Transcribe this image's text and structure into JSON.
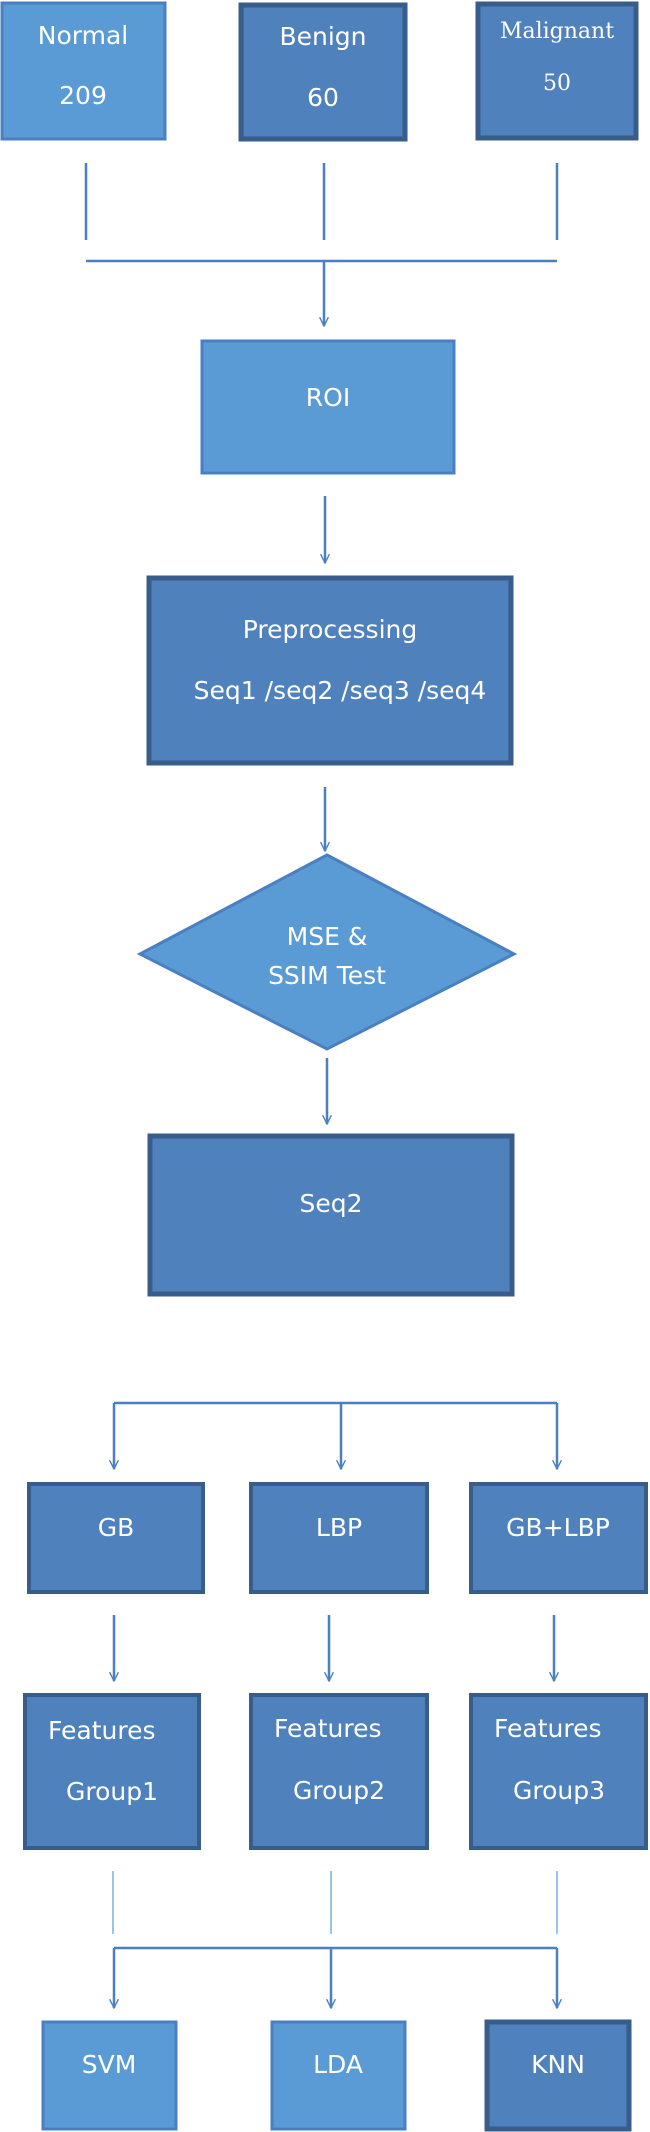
{
  "colors": {
    "light_fill": "#5b9bd5",
    "dark_fill": "#4f81bd",
    "border": "#385d8a",
    "connector": "#4a7fc1",
    "text": "#ffffff"
  },
  "classes": {
    "normal": {
      "label": "Normal",
      "count": "209"
    },
    "benign": {
      "label": "Benign",
      "count": "60"
    },
    "malignant": {
      "label": "Malignant",
      "count": "50"
    }
  },
  "roi": {
    "label": "ROI"
  },
  "preprocessing": {
    "label": "Preprocessing",
    "sequences": "Seq1  /seq2 /seq3 /seq4"
  },
  "test": {
    "line1": "MSE &",
    "line2": "SSIM  Test"
  },
  "selected": {
    "label": "Seq2"
  },
  "extractors": [
    {
      "label": "GB"
    },
    {
      "label": "LBP"
    },
    {
      "label": "GB+LBP"
    }
  ],
  "feature_groups": [
    {
      "line1": "Features",
      "line2": "Group1"
    },
    {
      "line1": "Features",
      "line2": "Group2"
    },
    {
      "line1": "Features",
      "line2": "Group3"
    }
  ],
  "classifiers": [
    {
      "label": "SVM"
    },
    {
      "label": "LDA"
    },
    {
      "label": "KNN"
    }
  ]
}
